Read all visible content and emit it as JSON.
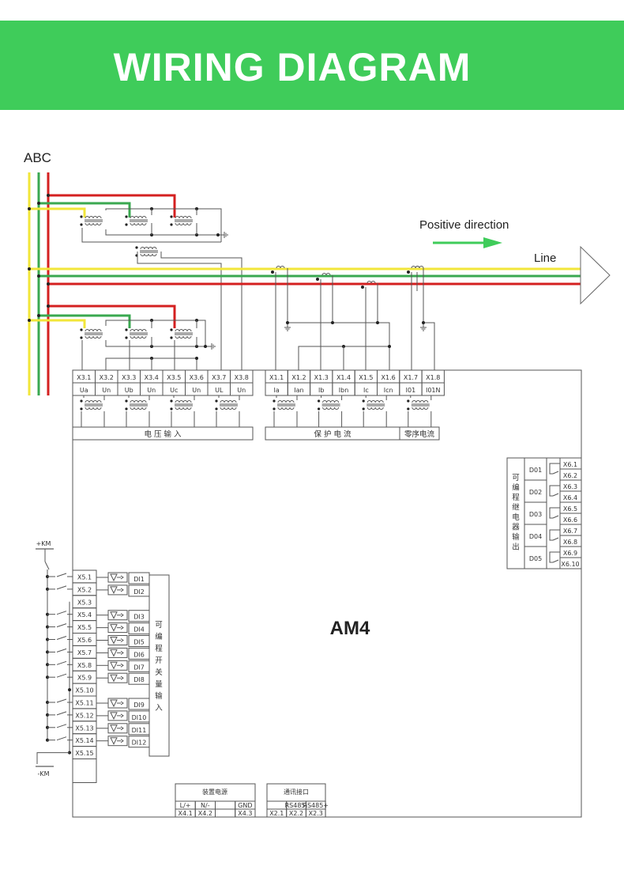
{
  "header": {
    "title": "WIRING DIAGRAM",
    "color": "#3fcc5a"
  },
  "labels": {
    "phases": "ABC",
    "positive_direction": "Positive direction",
    "line": "Line",
    "device": "AM4",
    "plus_km": "+KM",
    "minus_km": "-KM"
  },
  "colors": {
    "phase_a": "#f2e63a",
    "phase_b": "#3aa850",
    "phase_c": "#d42020",
    "device_label": "#3fcc5a",
    "arrow": "#3fcc5a"
  },
  "voltage_terminals": {
    "ids": [
      "X3.1",
      "X3.2",
      "X3.3",
      "X3.4",
      "X3.5",
      "X3.6",
      "X3.7",
      "X3.8"
    ],
    "signals": [
      "Ua",
      "Un",
      "Ub",
      "Un",
      "Uc",
      "Un",
      "UL",
      "Un"
    ],
    "group_label": "电 压 输 入"
  },
  "current_terminals": {
    "ids": [
      "X1.1",
      "X1.2",
      "X1.3",
      "X1.4",
      "X1.5",
      "X1.6",
      "X1.7",
      "X1.8"
    ],
    "signals": [
      "Ia",
      "Ian",
      "Ib",
      "Ibn",
      "Ic",
      "Icn",
      "I01",
      "I01N"
    ],
    "group_label": "保 护 电 流",
    "zero_seq_label": "零序电流"
  },
  "relay_outputs": {
    "group_label": [
      "可",
      "编",
      "程",
      "继",
      "电",
      "器",
      "输",
      "出"
    ],
    "items": [
      {
        "name": "D01",
        "terms": [
          "X6.1",
          "X6.2"
        ]
      },
      {
        "name": "D02",
        "terms": [
          "X6.3",
          "X6.4"
        ]
      },
      {
        "name": "D03",
        "terms": [
          "X6.5",
          "X6.6"
        ]
      },
      {
        "name": "D04",
        "terms": [
          "X6.7",
          "X6.8"
        ]
      },
      {
        "name": "D05",
        "terms": [
          "X6.9",
          "X6.10"
        ]
      }
    ]
  },
  "digital_inputs": {
    "terminals": [
      "X5.1",
      "X5.2",
      "X5.3",
      "X5.4",
      "X5.5",
      "X5.6",
      "X5.7",
      "X5.8",
      "X5.9",
      "X5.10",
      "X5.11",
      "X5.12",
      "X5.13",
      "X5.14",
      "X5.15"
    ],
    "channels": [
      "DI1",
      "DI2",
      "DI3",
      "DI4",
      "DI5",
      "DI6",
      "DI7",
      "DI8",
      "DI9",
      "DI10",
      "DI11",
      "DI12"
    ],
    "group_label": [
      "可",
      "编",
      "程",
      "开",
      "关",
      "量",
      "输",
      "入"
    ]
  },
  "power_supply": {
    "title": "装置电源",
    "signals": [
      "L/+",
      "N/-",
      "",
      "GND"
    ],
    "terms": [
      "X4.1",
      "X4.2",
      "",
      "X4.3"
    ]
  },
  "comm_port": {
    "title": "通讯接口",
    "signals": [
      "",
      "RS485-",
      "RS485+"
    ],
    "terms": [
      "X2.1",
      "X2.2",
      "X2.3"
    ]
  }
}
